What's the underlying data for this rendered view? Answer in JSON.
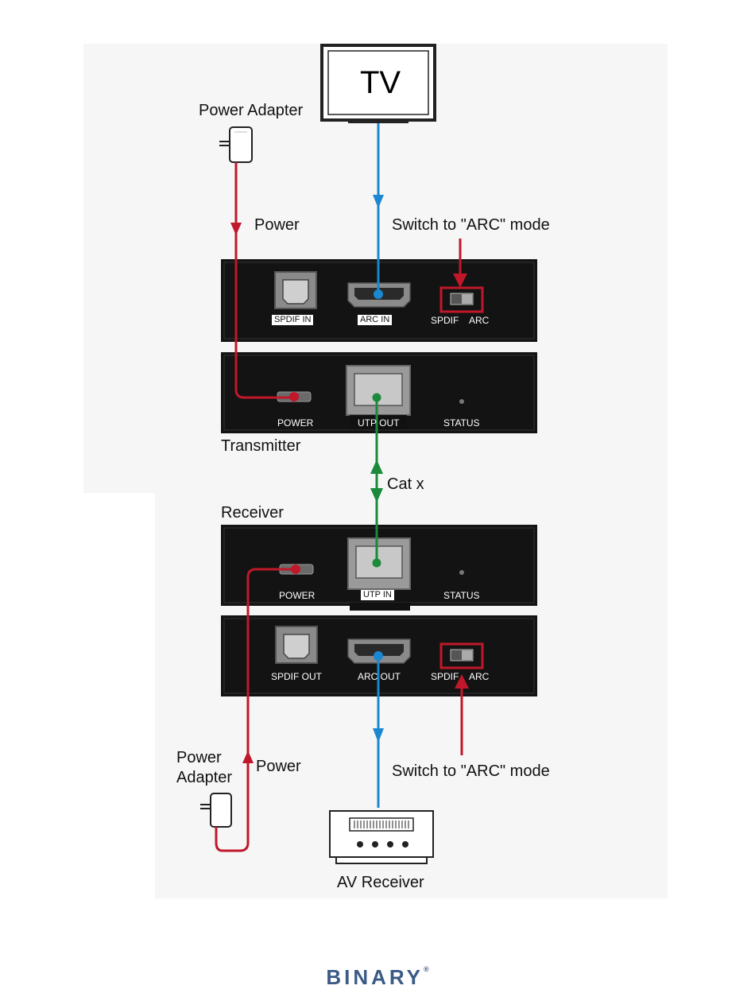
{
  "labels": {
    "tv": "TV",
    "power_adapter_top": "Power Adapter",
    "power_top": "Power",
    "switch_top": "Switch to \"ARC\" mode",
    "spdif_in": "SPDIF IN",
    "arc_in": "ARC IN",
    "switch_spdif": "SPDIF",
    "switch_arc": "ARC",
    "power_port": "POWER",
    "utp_out": "UTP OUT",
    "status": "STATUS",
    "transmitter": "Transmitter",
    "cat_x": "Cat x",
    "receiver": "Receiver",
    "utp_in": "UTP IN",
    "spdif_out": "SPDIF OUT",
    "arc_out": "ARC OUT",
    "power_adapter_bottom_1": "Power",
    "power_adapter_bottom_2": "Adapter",
    "power_bottom": "Power",
    "switch_bottom": "Switch to \"ARC\" mode",
    "av_receiver": "AV Receiver"
  },
  "brand": {
    "name": "BINARY",
    "mark": "®"
  },
  "colors": {
    "hdmi_cable": "#1a87d0",
    "power_cable": "#c0182a",
    "cat_cable": "#1b8a3a",
    "device_body": "#131313",
    "brand": "#3b5a86"
  }
}
